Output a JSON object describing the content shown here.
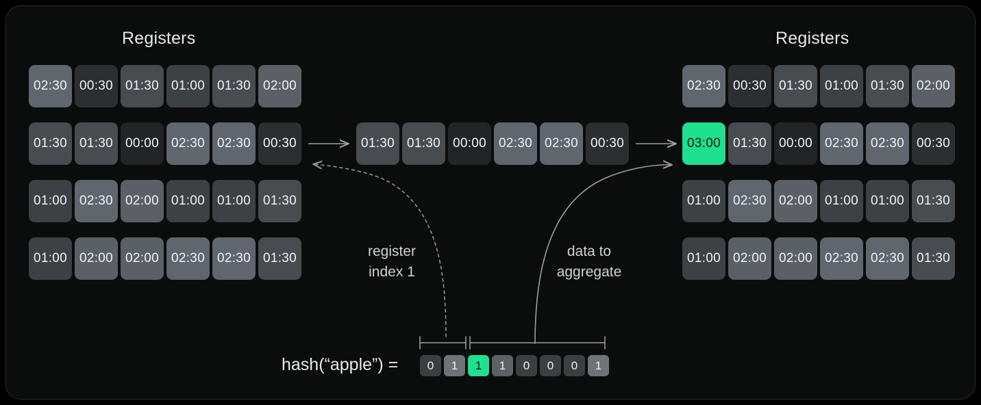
{
  "panels": {
    "left_title": "Registers",
    "right_title": "Registers"
  },
  "left_registers": {
    "rows": [
      [
        "02:30",
        "00:30",
        "01:30",
        "01:00",
        "01:30",
        "02:00"
      ],
      [
        "01:30",
        "01:30",
        "00:00",
        "02:30",
        "02:30",
        "00:30"
      ],
      [
        "01:00",
        "02:30",
        "02:00",
        "01:00",
        "01:00",
        "01:30"
      ],
      [
        "01:00",
        "02:00",
        "02:00",
        "02:30",
        "02:30",
        "01:30"
      ]
    ]
  },
  "middle_row": {
    "values": [
      "01:30",
      "01:30",
      "00:00",
      "02:30",
      "02:30",
      "00:30"
    ]
  },
  "right_registers": {
    "rows": [
      [
        "02:30",
        "00:30",
        "01:30",
        "01:00",
        "01:30",
        "02:00"
      ],
      [
        "03:00",
        "01:30",
        "00:00",
        "02:30",
        "02:30",
        "00:30"
      ],
      [
        "01:00",
        "02:30",
        "02:00",
        "01:00",
        "01:00",
        "01:30"
      ],
      [
        "01:00",
        "02:00",
        "02:00",
        "02:30",
        "02:30",
        "01:30"
      ]
    ],
    "highlighted": {
      "row": 1,
      "col": 0,
      "value": "03:00"
    }
  },
  "annotations": {
    "register_index": "register\nindex 1",
    "data_to_aggregate": "data to\naggregate"
  },
  "hash": {
    "label": "hash(“apple”) =",
    "bits": [
      "0",
      "1",
      "1",
      "1",
      "0",
      "0",
      "0",
      "1"
    ],
    "highlighted_bit_index": 2,
    "index_bracket_bits": [
      0,
      1
    ],
    "data_bracket_bits": [
      2,
      3,
      4,
      5,
      6,
      7
    ]
  },
  "colors": {
    "background": "#0b0c0c",
    "accent_green": "#1fe08f",
    "text": "#e7e9ea",
    "muted_text": "#cfd3d6"
  }
}
